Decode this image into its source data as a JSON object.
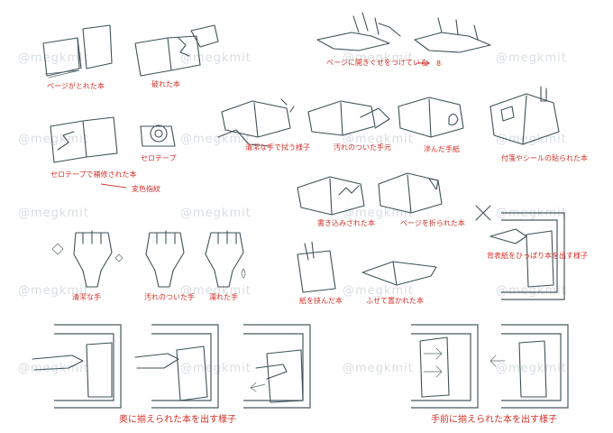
{
  "watermark": "@megkmit",
  "labels": {
    "torn_page": "ページがとれた本",
    "torn_book": "破れた本",
    "page_opening": "ページに開きぐせをつけている",
    "tape_repaired": "セロテープで補修された本",
    "tape_mark": "変色指紋",
    "cello_tape": "セロテープ",
    "wipe_clean": "清潔な手で拭う様子",
    "dirty_hand_wipe": "汚れのついた手元",
    "blotted": "滲んだ手紙",
    "sticky_notes": "付箋やシールの貼られた本",
    "written_in": "書き込みされた本",
    "folded_pages": "ページを折られた本",
    "hand_clean": "清潔な手",
    "hand_dirty": "汚れのついた手",
    "hand_wet": "濡れた手",
    "pull_spine": "背表紙をひっぱり本を出す様子",
    "clipped": "紙を挟んだ本",
    "upside_down": "ふせて置かれた本",
    "deep_shelf": "奥に揃えられた本を出す様子",
    "front_shelf": "手前に揃えられた本を出す様子",
    "number_8": "8"
  },
  "icons": {
    "cross": "cross-icon",
    "sparkle": "sparkle-icon",
    "droplet": "droplet-icon",
    "arrow": "arrow-icon"
  },
  "colors": {
    "ink": "#3f5156",
    "label": "#d2312a",
    "watermark": "#d9dee2"
  }
}
